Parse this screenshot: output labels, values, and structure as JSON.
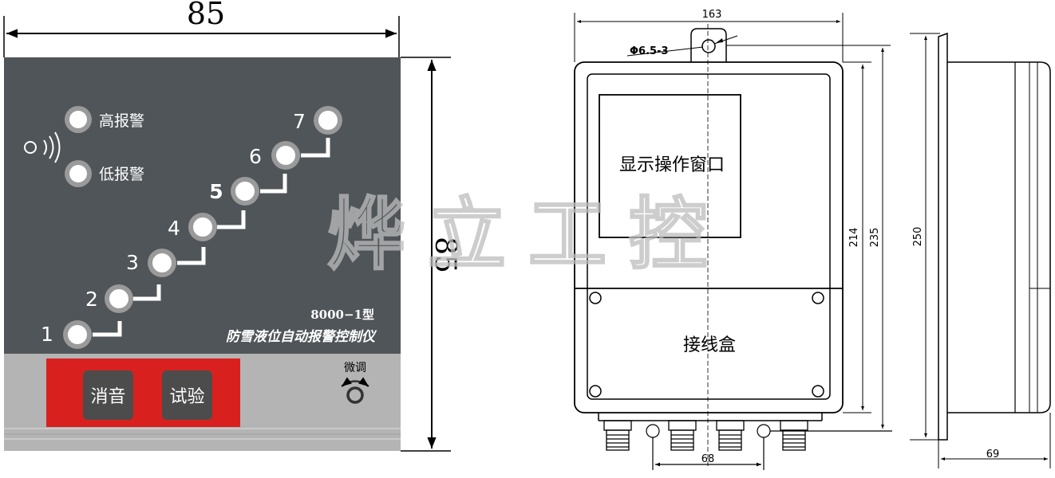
{
  "front_panel": {
    "width_dim": "85",
    "height_dim": "85",
    "alarm_high": "高报警",
    "alarm_low": "低报警",
    "level_numbers": [
      "1",
      "2",
      "3",
      "4",
      "5",
      "6",
      "7"
    ],
    "model": "8000−1型",
    "product_name": "防雪液位自动报警控制仪",
    "btn_mute": "消音",
    "btn_test": "试验",
    "fine_tune": "微调"
  },
  "front_drawing": {
    "width_dim": "163",
    "hole_label": "Φ6.5-3",
    "display_window": "显示操作窗口",
    "junction_box": "接线盒",
    "dim_214": "214",
    "dim_235": "235",
    "bottom_dim": "68"
  },
  "side_drawing": {
    "height_dim": "250",
    "depth_dim": "69"
  },
  "watermark": "烨立工控",
  "colors": {
    "panel_dark": "#505559",
    "panel_gray": "#b4b4b4",
    "button_red": "#d8211e",
    "button_dark": "#4c4c4c",
    "led_ring": "#9a9a9a"
  }
}
